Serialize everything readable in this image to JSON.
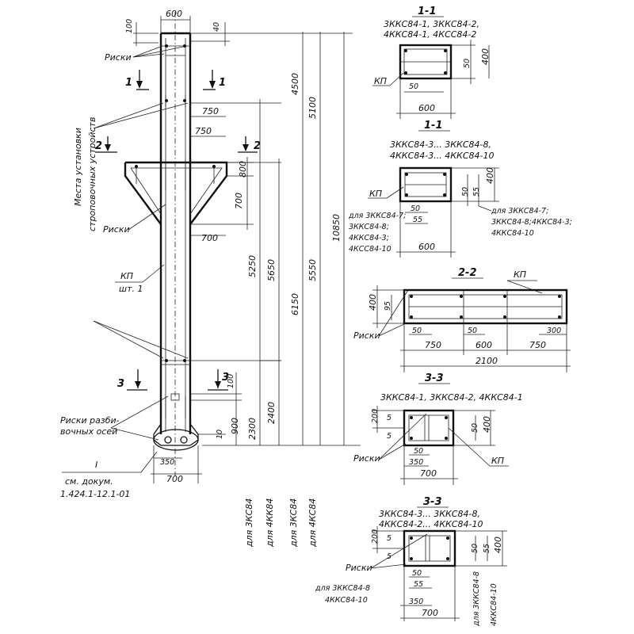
{
  "column": {
    "dims": {
      "top_width": "600",
      "top_100": "100",
      "top_40": "40",
      "d750_a": "750",
      "d750_b": "750",
      "d800": "800",
      "d700_bracket": "700",
      "d700_lower": "700",
      "d100_bottom": "100",
      "d10_bottom": "10",
      "d350": "350",
      "d700_base": "700",
      "v5250": "5250",
      "v5650": "5650",
      "v6150": "6150",
      "v5550": "5550",
      "v4500": "4500",
      "v5100": "5100",
      "v10850": "10850",
      "v2300": "2300",
      "v2400": "2400",
      "v900": "900"
    },
    "labels": {
      "riski_top": "Риски",
      "riski_mid": "Риски",
      "kp": "КП",
      "sht": "шт. 1",
      "riski_razb_1": "Риски разби-",
      "riski_razb_2": "вочных осей",
      "mount_1": "Места установки",
      "mount_2": "строповочных устройств",
      "detail_I": "I",
      "doc_1": "см. докум.",
      "doc_2": "1.424.1-12.1-01",
      "sec1": "1",
      "sec1b": "1",
      "sec2": "2",
      "sec2b": "2",
      "sec3": "3",
      "sec3b": "3"
    },
    "for_labels": [
      "для 3КС84",
      "для 4КК84",
      "для 3КС84",
      "для 4КС84"
    ]
  },
  "section_1_1_a": {
    "title": "1-1",
    "line1": "3ККС84-1, 3ККС84-2,",
    "line2": "4ККС84-1,  4КСС84-2",
    "kp": "КП",
    "d50_h": "50",
    "d50_v": "50",
    "d400": "400",
    "d600": "600"
  },
  "section_1_1_b": {
    "title": "1-1",
    "line1": "3ККС84-3...  3ККС84-8,",
    "line2": "4ККС84-3...  4ККС84-10",
    "kp": "КП",
    "d50": "50",
    "d55": "55",
    "d50v": "50",
    "d55v": "55",
    "d400": "400",
    "d600": "600",
    "left_notes": [
      "для 3ККС84-7;",
      "3ККС84-8;",
      "4ККС84-3;",
      "4КСС84-10"
    ],
    "right_notes": [
      "для 3ККС84-7;",
      "3ККС84-8;4ККС84-3;",
      "4ККС84-10"
    ]
  },
  "section_2_2": {
    "title": "2-2",
    "kp": "КП",
    "riski": "Риски",
    "d400": "400",
    "d95": "95",
    "d50a": "50",
    "d50b": "50",
    "d300": "300",
    "d750a": "750",
    "d600": "600",
    "d750b": "750",
    "d2100": "2100"
  },
  "section_3_3_a": {
    "title": "3-3",
    "line1": "3ККС84-1, 3ККС84-2, 4ККС84-1",
    "d200": "200",
    "d5a": "5",
    "d5b": "5",
    "d50v": "50",
    "d400": "400",
    "riski": "Риски",
    "d50": "50",
    "d350": "350",
    "d700": "700",
    "kp": "КП"
  },
  "section_3_3_b": {
    "title": "3-3",
    "line1": "3ККС84-3...  3ККС84-8,",
    "line2": "4ККС84-2...  4ККС84-10",
    "d200": "200",
    "d5a": "5",
    "d5b": "5",
    "d50v": "50",
    "d55v": "55",
    "d400": "400",
    "riski": "Риски",
    "d50": "50",
    "d55": "55",
    "d350": "350",
    "d700": "700",
    "note_left_1": "для 3ККС84-8",
    "note_left_2": "4ККС84-10",
    "note_right_1": "для 3ККС84-8",
    "note_right_2": "4ККС84-10"
  }
}
